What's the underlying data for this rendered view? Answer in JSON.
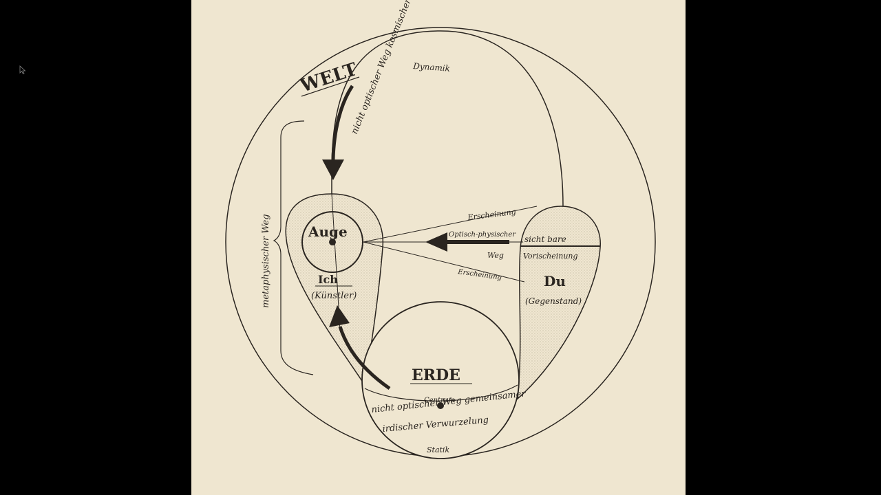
{
  "colors": {
    "ink": "#2a2520",
    "paper": "#efe6d0",
    "background": "#000000",
    "stipple": "#b9ae96"
  },
  "icons": {
    "cursor": "mouse-pointer-icon"
  },
  "labels": {
    "welt": "WELT",
    "welt_path": "nicht optischer Weg kosmischer Gemeinsamkeit",
    "dynamik": "Dynamik",
    "meta_path": "metaphysischer Weg",
    "auge": "Auge",
    "ich": "Ich",
    "kuenstler": "(Künstler)",
    "erscheinung_top": "Erscheinung",
    "optisch_physisch": "Optisch-physischer",
    "weg": "Weg",
    "erscheinung_bottom": "Erscheinung",
    "sichtbare": "sicht bare",
    "vorischeinung": "Vorischeinung",
    "du": "Du",
    "gegenstand": "(Gegenstand)",
    "erde": "ERDE",
    "centrum": "Centrum",
    "erde_path_1": "nicht optischer Weg gemeinsamer",
    "erde_path_2": "irdischer Verwurzelung",
    "statik": "Statik"
  }
}
